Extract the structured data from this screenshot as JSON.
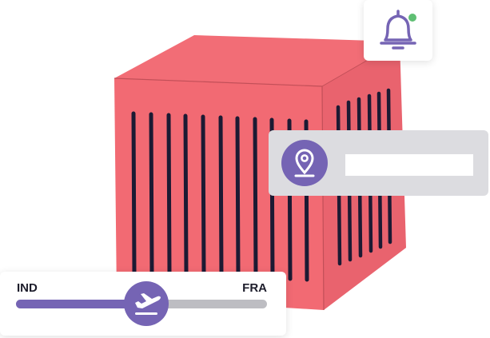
{
  "notification": {
    "icon": "bell-icon",
    "badge_color": "#5fbf73",
    "has_unread": true
  },
  "location": {
    "icon": "map-pin-icon",
    "value": "",
    "placeholder": ""
  },
  "route": {
    "origin": "IND",
    "destination": "FRA",
    "progress": 0.52,
    "icon": "airplane-departure-icon"
  },
  "colors": {
    "accent": "#7564b4",
    "container": "#f06a72",
    "track": "#bdbdc2",
    "card_gray": "#dcdce0"
  }
}
